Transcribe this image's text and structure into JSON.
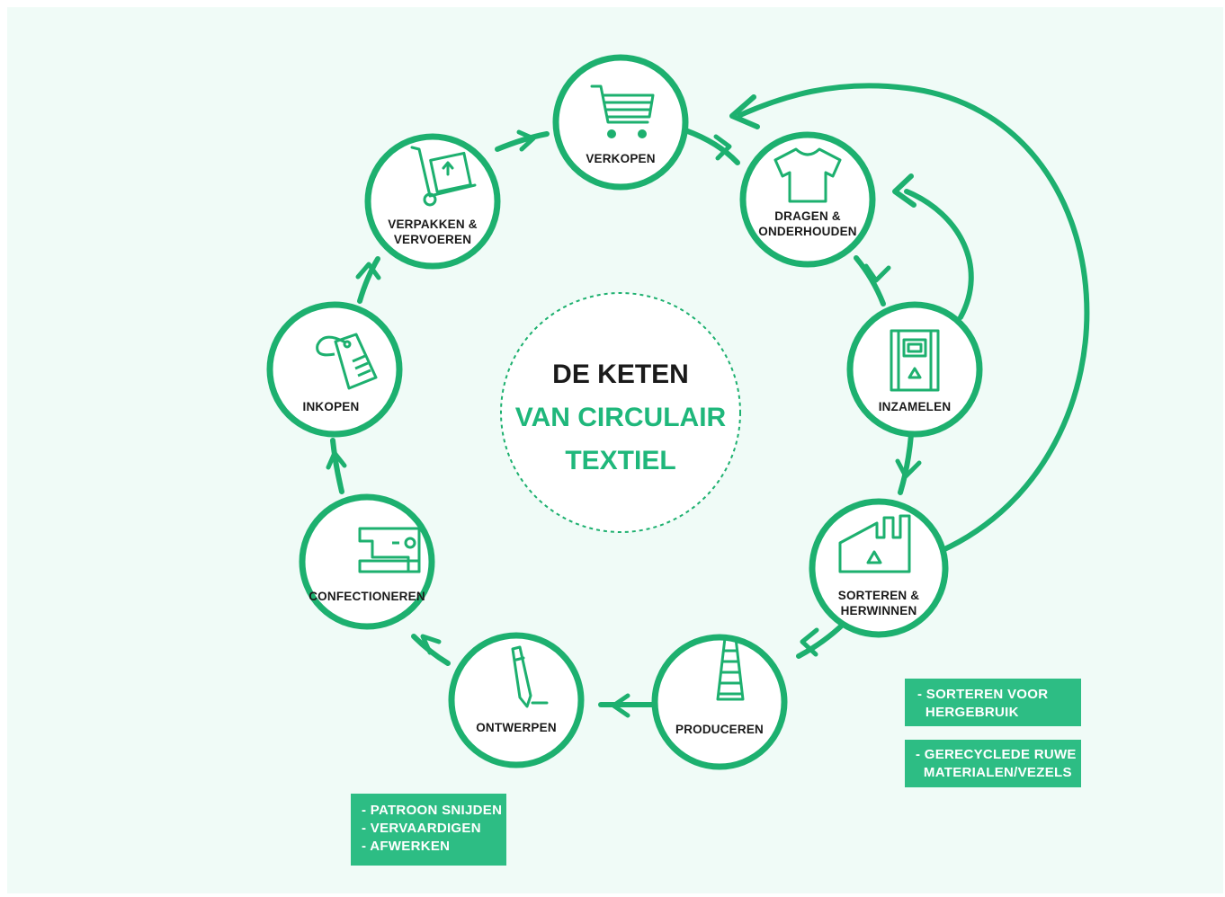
{
  "title": {
    "line1": "DE KETEN",
    "line2": "VAN CIRCULAIR",
    "line3": "TEXTIEL"
  },
  "colors": {
    "accent": "#1fb77b",
    "ring": "#1db06f",
    "note_bg": "#2dbd84",
    "background": "#f0fbf7",
    "text": "#1a1a1a"
  },
  "nodes": {
    "verkopen": {
      "label1": "VERKOPEN",
      "label2": "",
      "icon": "shopping-cart-icon"
    },
    "dragen": {
      "label1": "DRAGEN &",
      "label2": "ONDERHOUDEN",
      "icon": "t-shirt-icon"
    },
    "inzamelen": {
      "label1": "INZAMELEN",
      "label2": "",
      "icon": "collection-container-icon"
    },
    "sorteren": {
      "label1": "SORTEREN &",
      "label2": "HERWINNEN",
      "icon": "recycling-factory-icon"
    },
    "produceren": {
      "label1": "PRODUCEREN",
      "label2": "",
      "icon": "yarn-spool-icon"
    },
    "ontwerpen": {
      "label1": "ONTWERPEN",
      "label2": "",
      "icon": "pencil-icon"
    },
    "confectioneren": {
      "label1": "CONFECTIONEREN",
      "label2": "",
      "icon": "sewing-machine-icon"
    },
    "inkopen": {
      "label1": "INKOPEN",
      "label2": "",
      "icon": "price-tag-icon"
    },
    "verpakken": {
      "label1": "VERPAKKEN &",
      "label2": "VERVOEREN",
      "icon": "hand-truck-box-icon"
    }
  },
  "notes": {
    "sorteren_hergebruik": {
      "line1": "- SORTEREN VOOR",
      "line2": "  HERGEBRUIK"
    },
    "gerecyclede": {
      "line1": "- GERECYCLEDE RUWE",
      "line2": "  MATERIALEN/VEZELS"
    },
    "confectie": {
      "line1": "- PATROON SNIJDEN",
      "line2": "- VERVAARDIGEN",
      "line3": "- AFWERKEN"
    }
  }
}
